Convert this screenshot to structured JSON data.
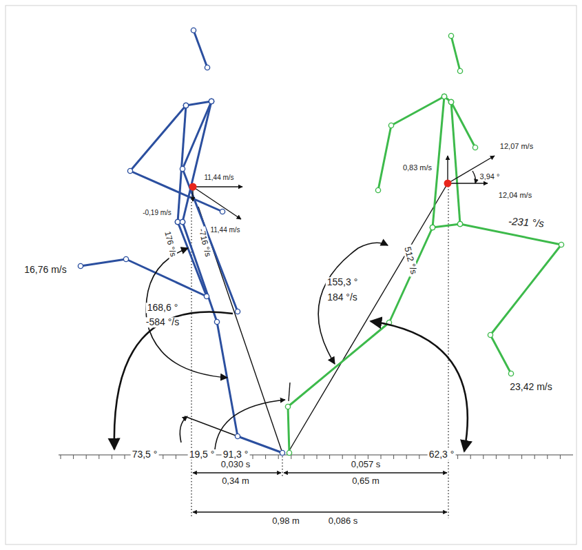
{
  "diagram": {
    "labels": [
      "11,44 m/s",
      "-0,19 m/s",
      "11,44 m/s",
      "176 °/s",
      "-716 °/s",
      "16,76 m/s",
      "168,6 °",
      "-584 °/s",
      "73,5 °",
      "19,5 °",
      "91,3 °",
      "0,83 m/s",
      "12,07 m/s",
      "3,94 °",
      "12,04 m/s",
      "-231 °/s",
      "512 °/s",
      "155,3 °",
      "184 °/s",
      "23,42 m/s",
      "62,3 °",
      "0,030 s",
      "0,34 m",
      "0,057 s",
      "0,65 m",
      "0,98 m",
      "0,086 s"
    ]
  }
}
